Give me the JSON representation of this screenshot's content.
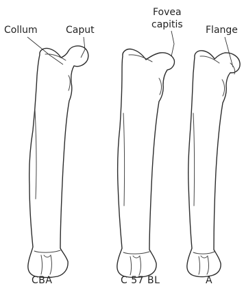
{
  "labels": {
    "collum": "Collum",
    "caput": "Caput",
    "fovea_line1": "Fovea",
    "fovea_line2": "capitis",
    "flange": "Flange"
  },
  "captions": {
    "left": "CBA",
    "middle": "C 57 BL",
    "right": "A"
  },
  "colors": {
    "line": "#2b2b2b",
    "background": "#ffffff"
  }
}
